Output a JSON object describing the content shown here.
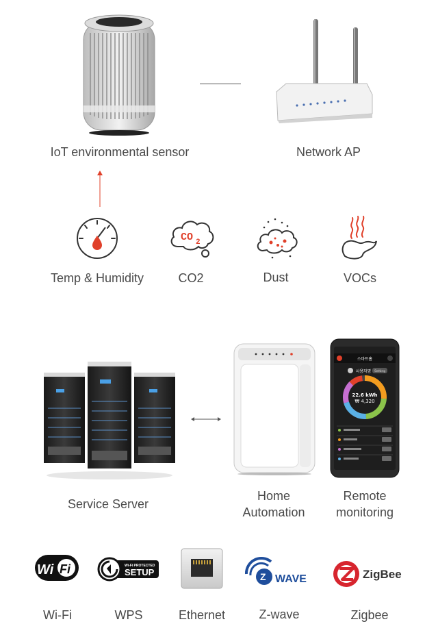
{
  "top": {
    "sensor_label": "IoT environmental sensor",
    "ap_label": "Network AP"
  },
  "measurements": [
    {
      "label": "Temp & Humidity",
      "icon": "thermometer-gauge-icon"
    },
    {
      "label": "CO2",
      "icon": "co2-cloud-icon"
    },
    {
      "label": "Dust",
      "icon": "dust-cloud-icon"
    },
    {
      "label": "VOCs",
      "icon": "vocs-vapor-icon"
    }
  ],
  "middle": {
    "server_label": "Service Server",
    "home_automation_label_1": "Home",
    "home_automation_label_2": "Automation",
    "remote_label_1": "Remote",
    "remote_label_2": "monitoring",
    "phone": {
      "header": "스마트홈",
      "user": "사용자명",
      "setting": "Setting",
      "kwh": "22.6 kWh",
      "won": "₩ 4,320"
    }
  },
  "connectivity": [
    {
      "label": "Wi-Fi",
      "logo_text": "WiFi"
    },
    {
      "label": "WPS",
      "logo_text": "SETUP"
    },
    {
      "label": "Ethernet",
      "logo_text": ""
    },
    {
      "label": "Z-wave",
      "logo_text": "WAVE"
    },
    {
      "label": "Zigbee",
      "logo_text": "ZigBee"
    }
  ],
  "colors": {
    "accent": "#e0402a",
    "line": "#555555"
  }
}
